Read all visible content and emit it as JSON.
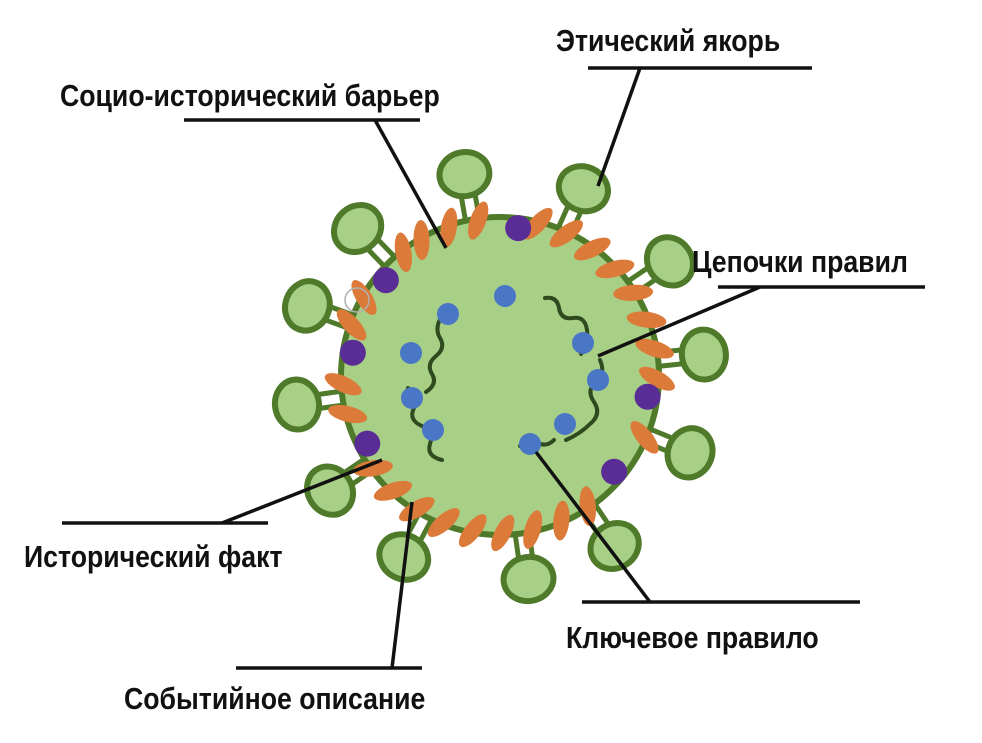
{
  "labels": {
    "ethical_anchor": "Этический якорь",
    "socio_historical_barrier": "Социо-исторический барьер",
    "rule_chains": "Цепочки правил",
    "historical_fact": "Исторический факт",
    "key_rule": "Ключевое правило",
    "event_description": "Событийное описание"
  },
  "colors": {
    "membrane_fill": "#a8cf86",
    "membrane_outline": "#4e7a2a",
    "spike_head_fill": "#a8cf86",
    "spike_head_outline": "#4e7a2a",
    "orange_protein": "#dc7a3a",
    "purple_protein": "#5a2d96",
    "blue_node": "#4a76c6",
    "rna_strand": "#2f4a1e",
    "leader_line": "#111111"
  },
  "icons": {
    "virion": "virus-particle-icon",
    "spike": "spike-protein-icon"
  }
}
